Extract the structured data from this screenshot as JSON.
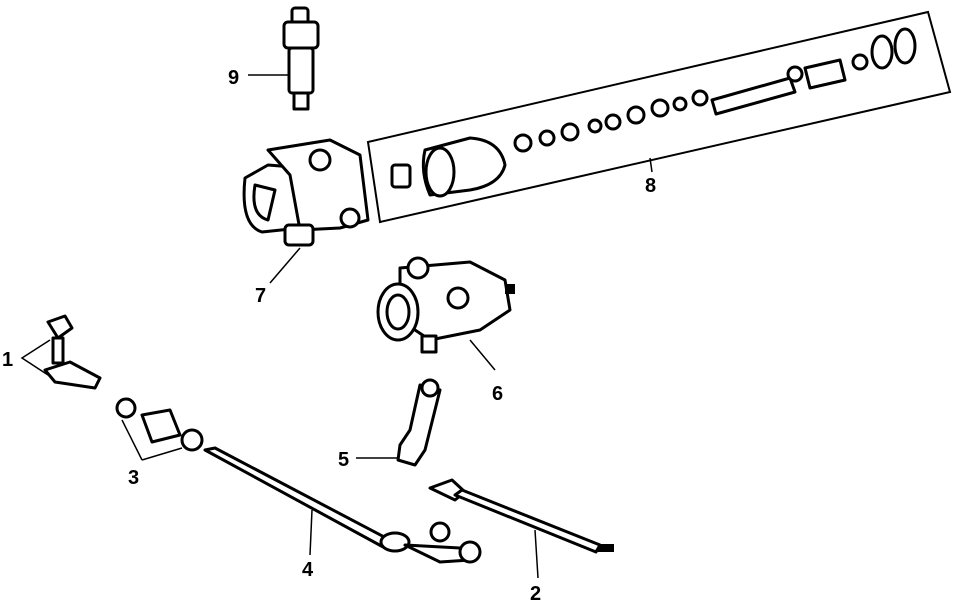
{
  "diagram": {
    "title": "Steering gear and linkage parts diagram",
    "callouts": [
      {
        "id": "1",
        "label": "1"
      },
      {
        "id": "2",
        "label": "2"
      },
      {
        "id": "3",
        "label": "3"
      },
      {
        "id": "4",
        "label": "4"
      },
      {
        "id": "5",
        "label": "5"
      },
      {
        "id": "6",
        "label": "6"
      },
      {
        "id": "7",
        "label": "7"
      },
      {
        "id": "8",
        "label": "8"
      },
      {
        "id": "9",
        "label": "9"
      }
    ]
  }
}
